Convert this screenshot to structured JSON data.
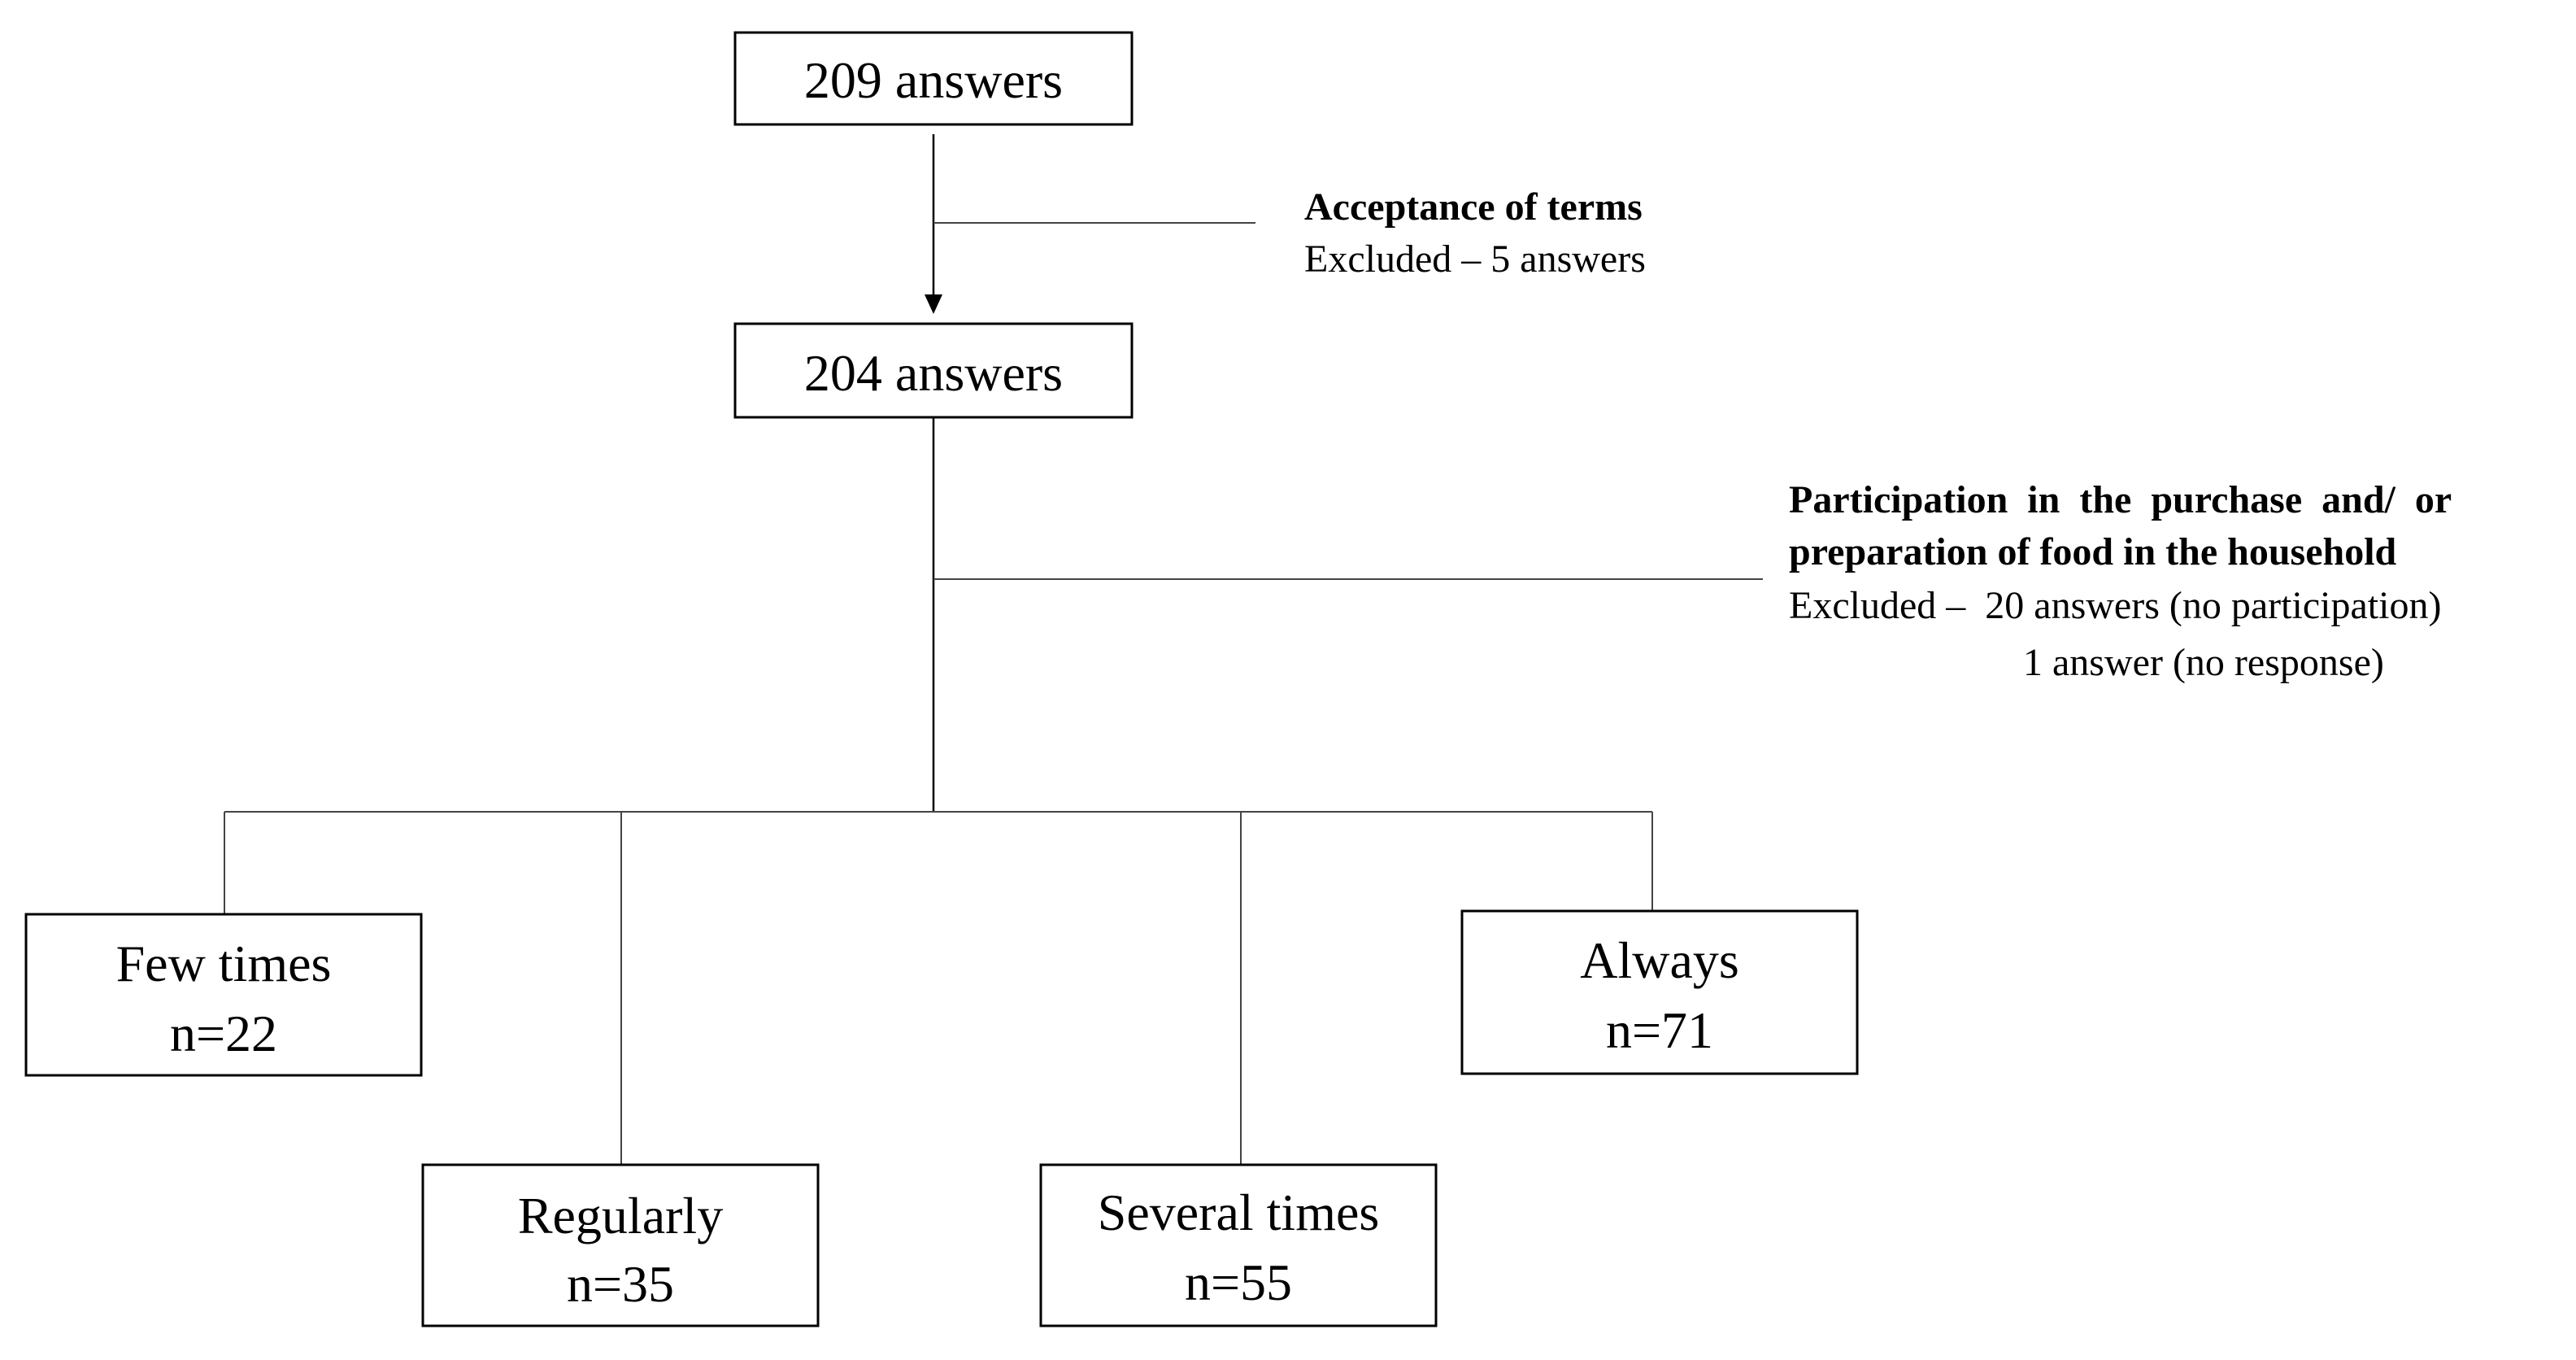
{
  "top_box": {
    "label": "209 answers"
  },
  "exclusion_1": {
    "title": "Acceptance of terms",
    "detail": "Excluded – 5 answers"
  },
  "second_box": {
    "label": "204 answers"
  },
  "exclusion_2": {
    "title_line1": "Participation  in  the  purchase  and/  or",
    "title_line2": "preparation of food in the household",
    "detail_line1": "Excluded –  20 answers (no participation)",
    "detail_line2": "1 answer (no response)"
  },
  "groups": [
    {
      "label": "Few times",
      "count": "n=22"
    },
    {
      "label": "Regularly",
      "count": "n=35"
    },
    {
      "label": "Several times",
      "count": "n=55"
    },
    {
      "label": "Always",
      "count": "n=71"
    }
  ]
}
